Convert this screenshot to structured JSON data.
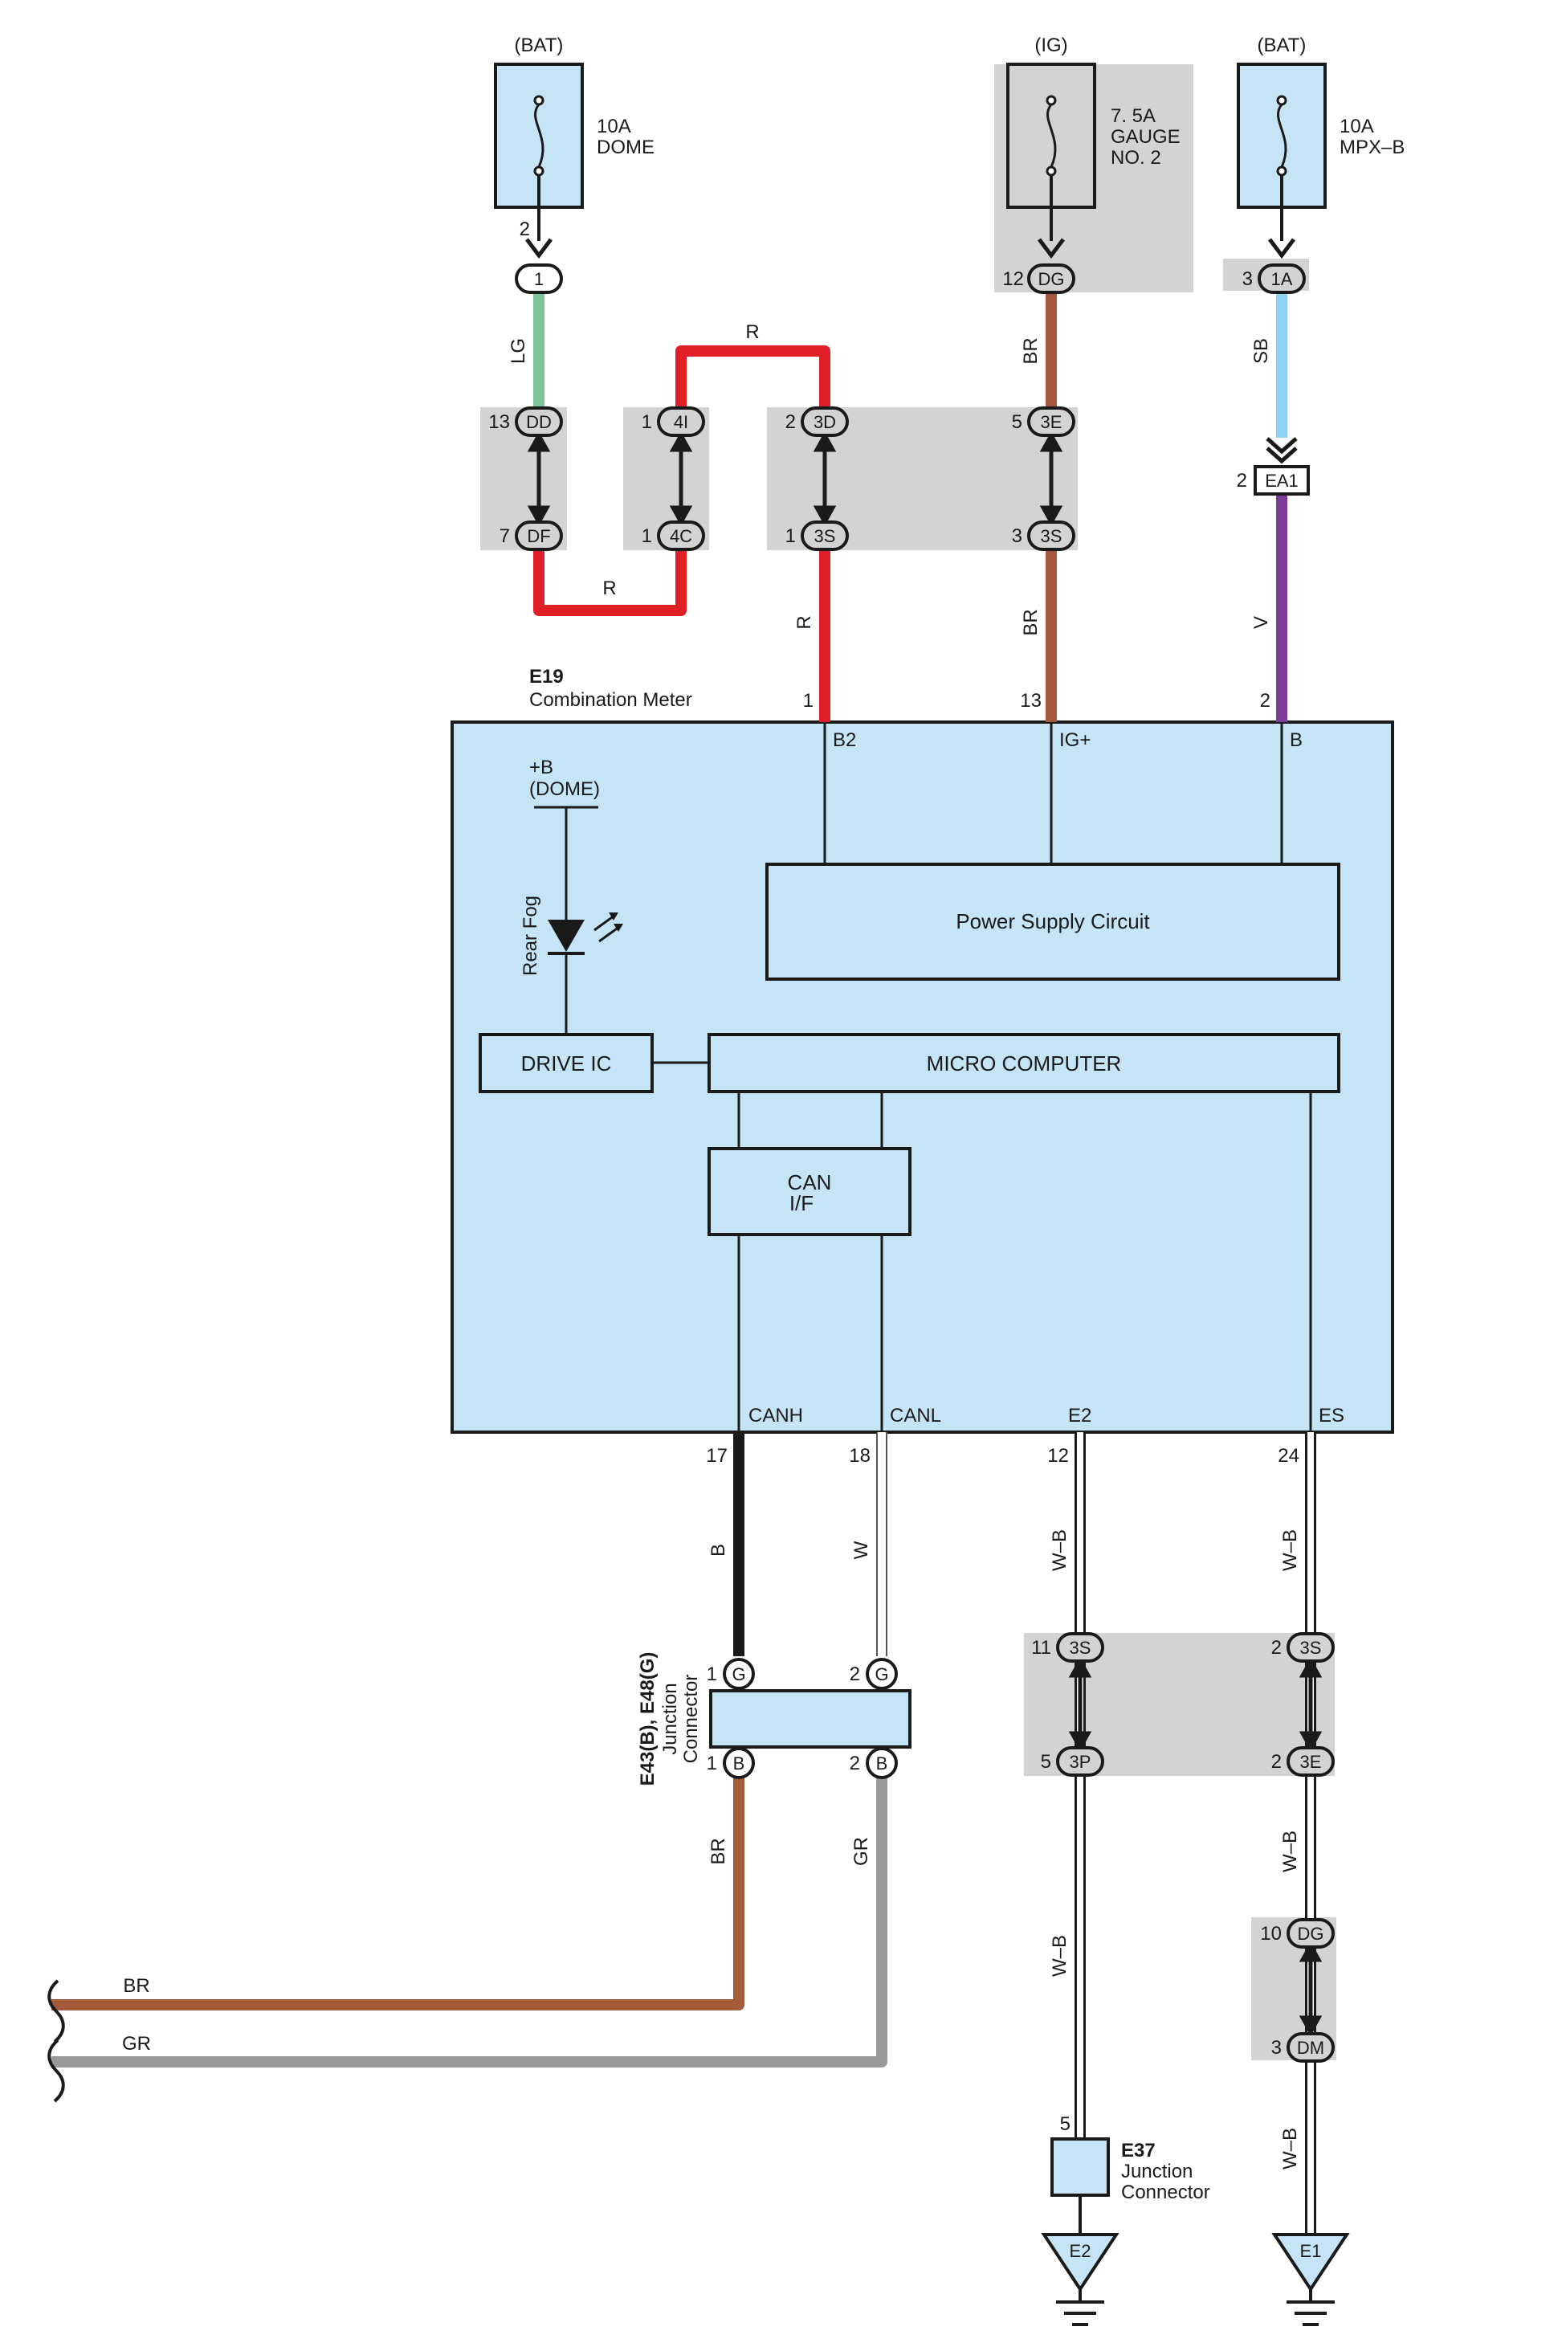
{
  "fuses": [
    {
      "source": "(BAT)",
      "rating": "10A",
      "name": "DOME",
      "name2": "",
      "pin": "2",
      "conn": "1"
    },
    {
      "source": "(IG)",
      "rating": "7. 5A",
      "name": "GAUGE",
      "name2": "NO. 2",
      "pin": "12",
      "conn": "DG"
    },
    {
      "source": "(BAT)",
      "rating": "10A",
      "name": "MPX–B",
      "name2": "",
      "pin": "3",
      "conn": "1A"
    }
  ],
  "wires": {
    "lg": "LG",
    "r_top": "R",
    "r_bottom": "R",
    "r_vert": "R",
    "br_top": "BR",
    "br_mid": "BR",
    "sb": "SB",
    "v": "V",
    "b": "B",
    "w": "W",
    "wb1": "W–B",
    "wb2": "W–B",
    "br_bottom": "BR",
    "gr_bottom": "GR",
    "wb3": "W–B",
    "wb4": "W–B",
    "wb5": "W–B",
    "br_left": "BR",
    "gr_left": "GR"
  },
  "connectors": {
    "dd": {
      "pin": "13",
      "name": "DD"
    },
    "df": {
      "pin": "7",
      "name": "DF"
    },
    "c4i": {
      "pin": "1",
      "name": "4I"
    },
    "c4c": {
      "pin": "1",
      "name": "4C"
    },
    "c3d": {
      "pin": "2",
      "name": "3D"
    },
    "c3s_a": {
      "pin": "1",
      "name": "3S"
    },
    "c3e": {
      "pin": "5",
      "name": "3E"
    },
    "c3s_b": {
      "pin": "3",
      "name": "3S"
    },
    "ea1": {
      "pin": "2",
      "name": "EA1"
    },
    "jg1": {
      "pin": "1",
      "name": "G"
    },
    "jg2": {
      "pin": "2",
      "name": "G"
    },
    "jb1": {
      "pin": "1",
      "name": "B"
    },
    "jb2": {
      "pin": "2",
      "name": "B"
    },
    "c3s_c": {
      "pin": "11",
      "name": "3S"
    },
    "c3p": {
      "pin": "5",
      "name": "3P"
    },
    "c3s_d": {
      "pin": "2",
      "name": "3S"
    },
    "c3e_b": {
      "pin": "2",
      "name": "3E"
    },
    "cdg": {
      "pin": "10",
      "name": "DG"
    },
    "cdm": {
      "pin": "3",
      "name": "DM"
    }
  },
  "meter": {
    "code": "E19",
    "name": "Combination Meter",
    "pin_b2": "1",
    "pin_ig": "13",
    "pin_b": "2",
    "term_b2": "B2",
    "term_ig": "IG+",
    "term_b": "B",
    "plus_b": "+B",
    "dome": "(DOME)",
    "rear_fog": "Rear Fog",
    "power_supply": "Power Supply Circuit",
    "drive_ic": "DRIVE IC",
    "micro": "MICRO COMPUTER",
    "can_if_1": "CAN",
    "can_if_2": "I/F",
    "term_canh": "CANH",
    "term_canl": "CANL",
    "term_e2": "E2",
    "term_es": "ES",
    "pin_canh": "17",
    "pin_canl": "18",
    "pin_e2": "12",
    "pin_es": "24"
  },
  "junction": {
    "code": "E43(B), E48(G)",
    "line1": "Junction",
    "line2": "Connector"
  },
  "e37": {
    "code": "E37",
    "line1": "Junction",
    "line2": "Connector",
    "pin": "5"
  },
  "grounds": {
    "g1": "E2",
    "g2": "E1"
  }
}
